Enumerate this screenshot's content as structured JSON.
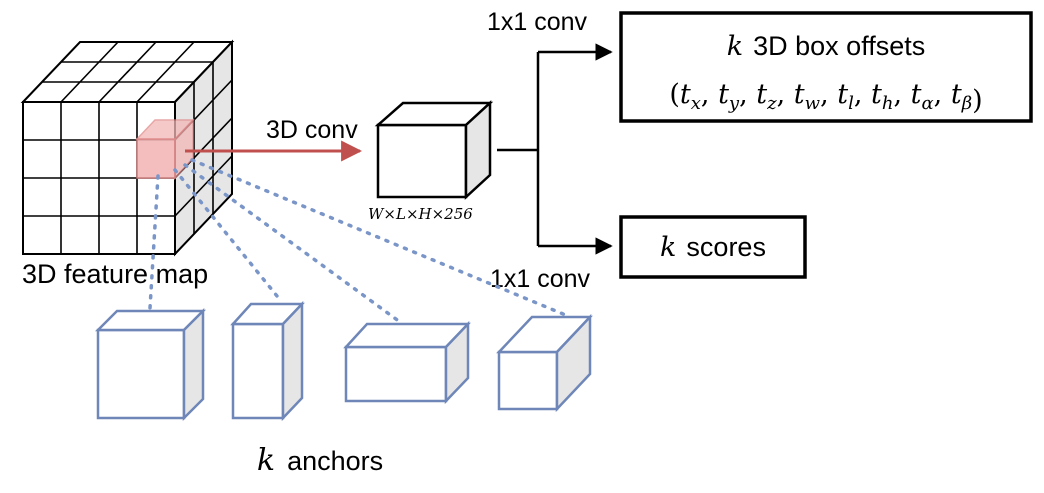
{
  "feature_map": {
    "label": "3D feature map"
  },
  "conv3d": {
    "label": "3D conv",
    "dims": "W×L×H×256"
  },
  "branch_top": {
    "conv_label": "1x1 conv",
    "box_line1_var": "k",
    "box_line1_text": "3D box offsets",
    "offsets": [
      "x",
      "y",
      "z",
      "w",
      "l",
      "h",
      "α",
      "β"
    ]
  },
  "branch_bottom": {
    "conv_label": "1x1 conv",
    "box_var": "k",
    "box_text": "scores"
  },
  "anchors": {
    "var": "k",
    "text": "anchors"
  },
  "colors": {
    "stroke": "#000000",
    "anchor": "#6f87b8",
    "highlight": "#f4b8b8",
    "arrow_red": "#c0504d",
    "dots": "#7a95c7",
    "side_gray": "#e6e6e6"
  }
}
